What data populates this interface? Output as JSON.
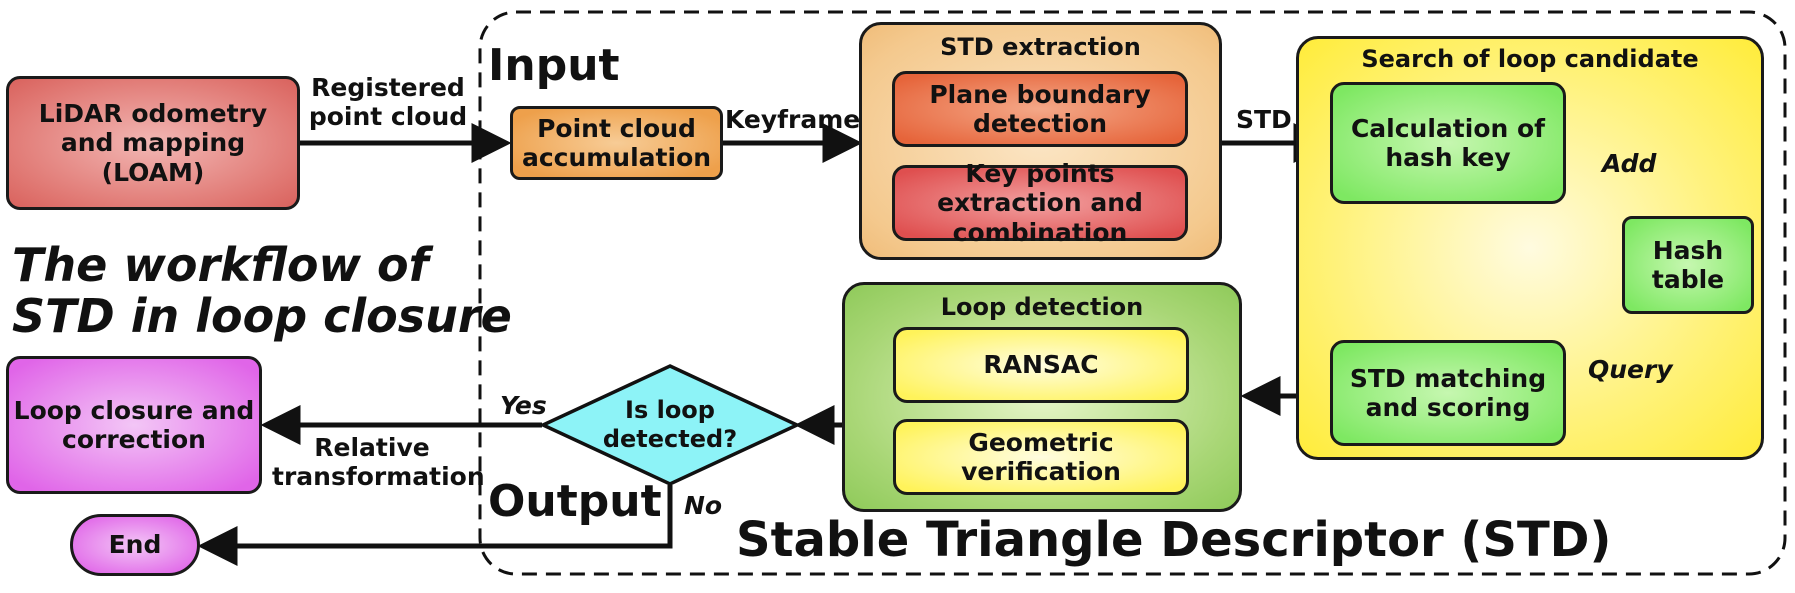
{
  "caption": {
    "line1": "The workflow of",
    "line2": "STD in loop closure"
  },
  "frame": {
    "input_label": "Input",
    "output_label": "Output",
    "title": "Stable Triangle Descriptor (STD)"
  },
  "loam": {
    "label": "LiDAR odometry and mapping (LOAM)"
  },
  "edges": {
    "registered": "Registered point cloud",
    "keyframe": "Keyframe",
    "std": "STD",
    "add": "Add",
    "query": "Query",
    "yes": "Yes",
    "no": "No",
    "relative": "Relative transformation"
  },
  "accumulation": {
    "label": "Point cloud accumulation"
  },
  "std_extraction": {
    "title": "STD extraction",
    "plane": "Plane boundary detection",
    "keypoints": "Key points extraction and combination"
  },
  "search": {
    "title": "Search of loop candidate",
    "hash_key": "Calculation of hash key",
    "hash_table": "Hash table",
    "matching": "STD matching and scoring"
  },
  "loop_detection": {
    "title": "Loop detection",
    "ransac": "RANSAC",
    "geometric": "Geometric verification"
  },
  "decision": {
    "label": "Is loop detected?"
  },
  "loop_closure": {
    "label": "Loop closure and correction"
  },
  "end": {
    "label": "End"
  },
  "colors": {
    "loam": "#e07772",
    "accumulation": "#eea04b",
    "std_extraction": "#f4c98e",
    "search": "#fff27a",
    "green": "#7ee862",
    "loop_detection": "#a8d675",
    "decision": "#8df3f7",
    "magenta": "#e065e8"
  }
}
